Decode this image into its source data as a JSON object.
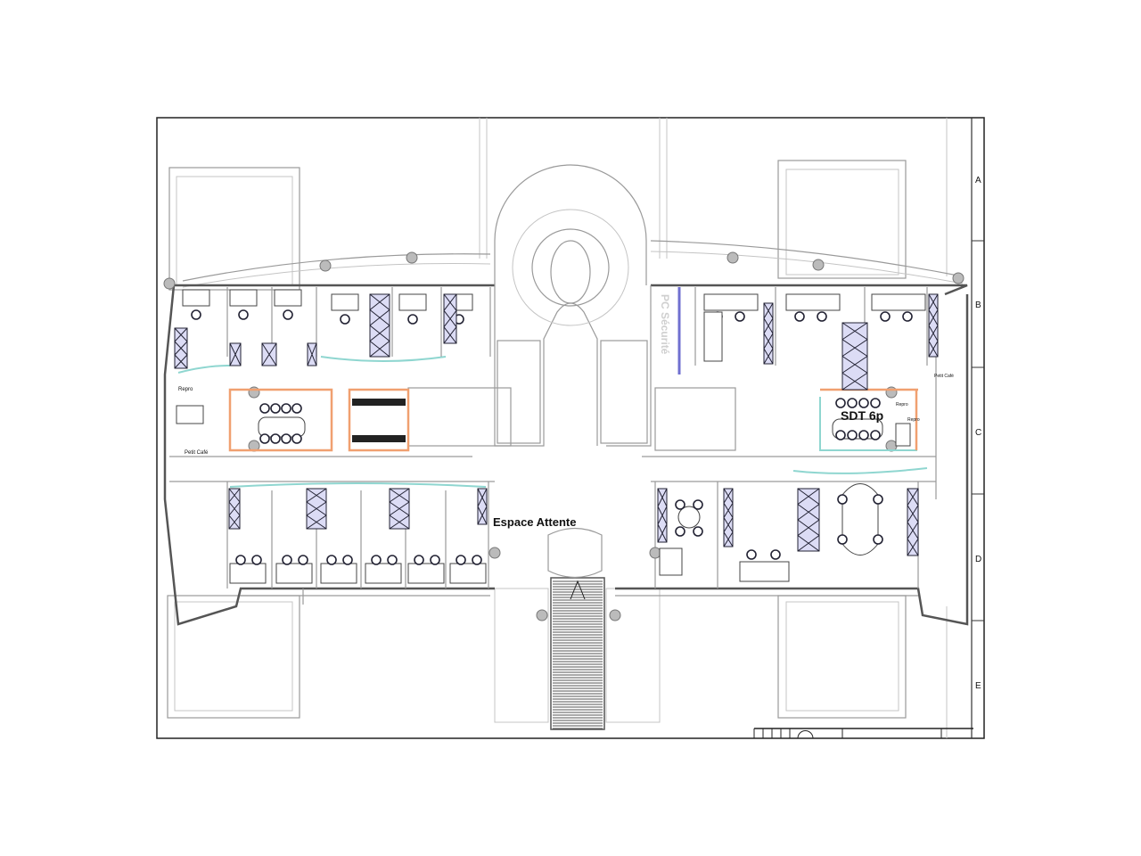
{
  "plan": {
    "grid_rows": [
      "A",
      "B",
      "C",
      "D",
      "E"
    ],
    "rooms": {
      "waiting_area": "Espace Attente",
      "meeting_room_right": "SDT 6p",
      "security_room": "PC Sécurité",
      "repro_left": "Repro",
      "coffee_left": "Petit Café",
      "repro_right_1": "Repro",
      "repro_right_2": "Repro",
      "coffee_right": "Petit Café"
    },
    "colors": {
      "walls": "#9a9a9a",
      "partitions_glass": "#8fd6d0",
      "partitions_solid": "#f0a070",
      "furniture": "#223344",
      "security_wall": "#7070d0"
    }
  }
}
